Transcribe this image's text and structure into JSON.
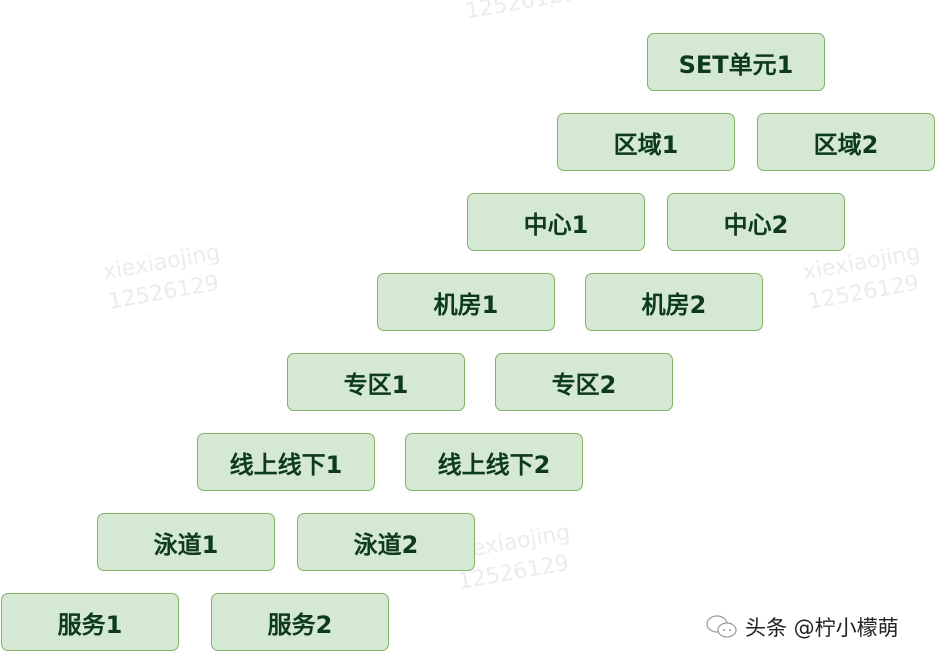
{
  "nodes": [
    {
      "label": "SET单元1"
    },
    {
      "label": "区域1"
    },
    {
      "label": "区域2"
    },
    {
      "label": "中心1"
    },
    {
      "label": "中心2"
    },
    {
      "label": "机房1"
    },
    {
      "label": "机房2"
    },
    {
      "label": "专区1"
    },
    {
      "label": "专区2"
    },
    {
      "label": "线上线下1"
    },
    {
      "label": "线上线下2"
    },
    {
      "label": "泳道1"
    },
    {
      "label": "泳道2"
    },
    {
      "label": "服务1"
    },
    {
      "label": "服务2"
    }
  ],
  "watermark": {
    "name": "xiexiaojing",
    "id": "12526129"
  },
  "credit": "头条 @柠小檬萌",
  "colors": {
    "fill": "#d5e8d4",
    "border": "#82b366",
    "text": "#0d3a1c"
  }
}
